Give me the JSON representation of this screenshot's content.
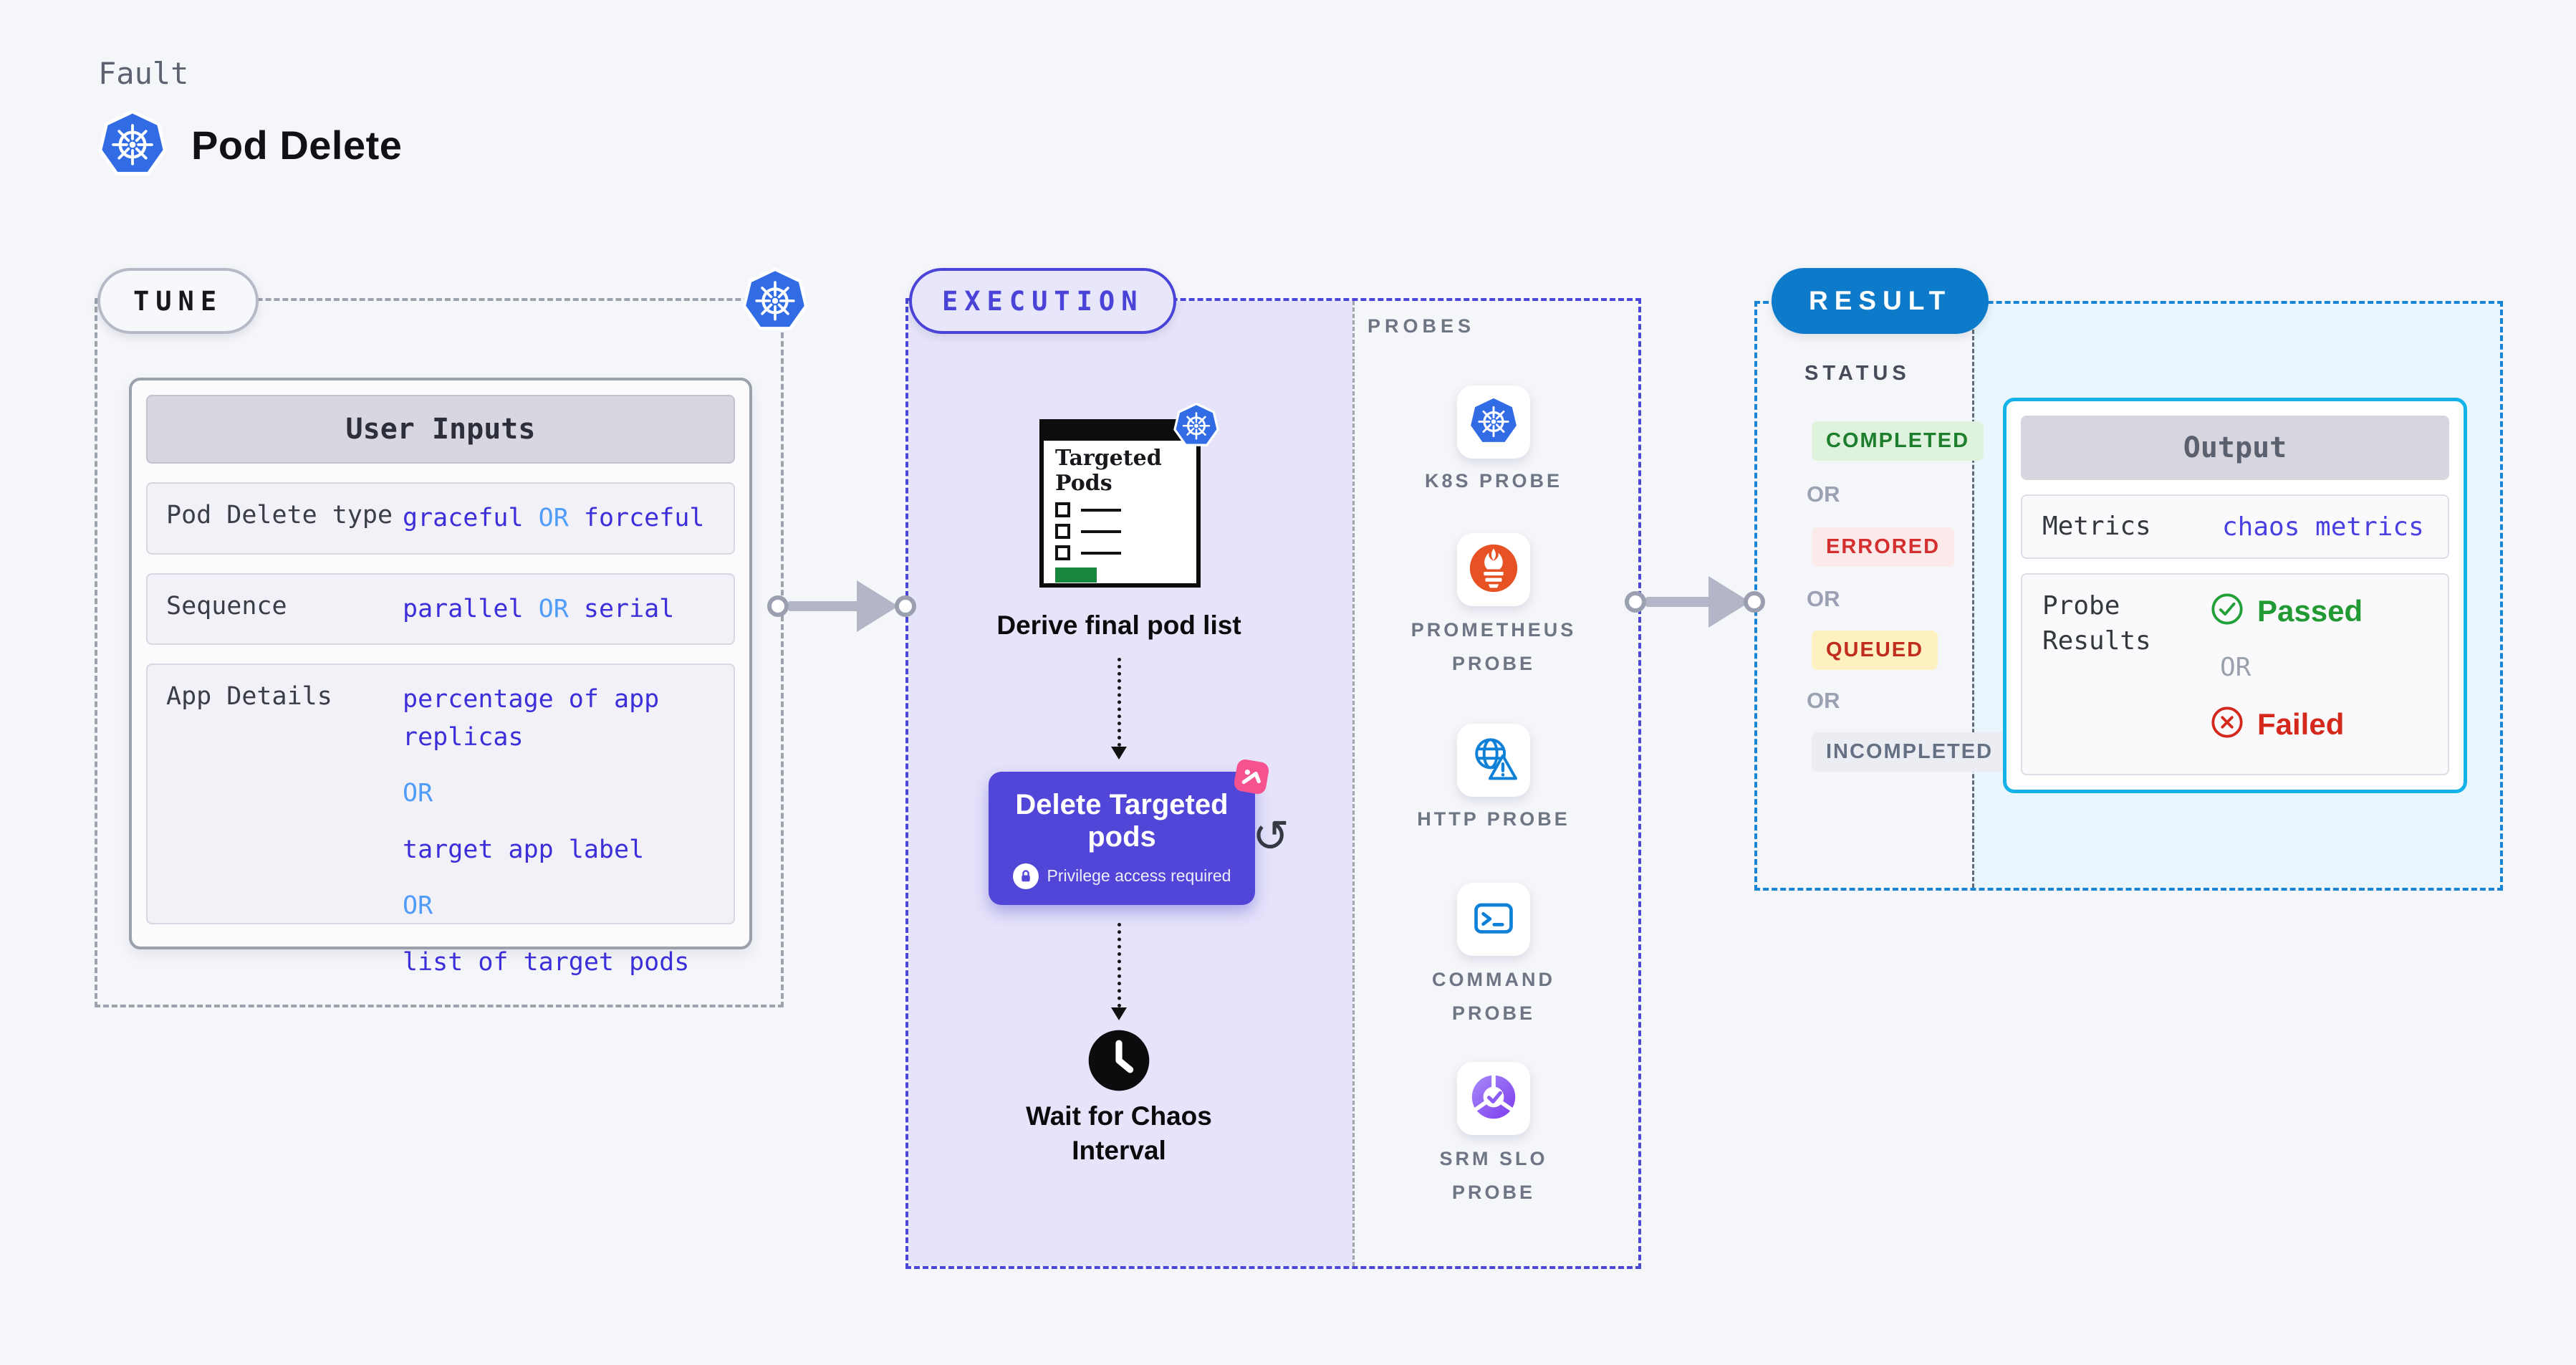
{
  "header": {
    "category": "Fault",
    "title": "Pod Delete",
    "icon": "kubernetes-icon"
  },
  "tune": {
    "label": "TUNE",
    "table": {
      "title": "User Inputs",
      "or": "OR",
      "rows": [
        {
          "label": "Pod Delete type",
          "opt1": "graceful",
          "opt2": "forceful"
        },
        {
          "label": "Sequence",
          "opt1": "parallel",
          "opt2": "serial"
        },
        {
          "label": "App Details",
          "opt1": "percentage of app replicas",
          "opt2": "target app label",
          "opt3": "list of target pods"
        }
      ]
    }
  },
  "execution": {
    "label": "EXECUTION",
    "targeted_pods_title": "Targeted Pods",
    "derive_step": "Derive final pod list",
    "delete_step": {
      "title": "Delete Targeted pods",
      "privilege": "Privilege access required",
      "icons": [
        "chaos-pink-icon",
        "lock-icon",
        "refresh-icon"
      ]
    },
    "wait_step": "Wait for Chaos Interval",
    "probes": {
      "title": "PROBES",
      "items": [
        {
          "label": "K8S PROBE",
          "icon": "k8s-probe-icon"
        },
        {
          "label": "PROMETHEUS PROBE",
          "icon": "prometheus-probe-icon"
        },
        {
          "label": "HTTP PROBE",
          "icon": "http-probe-icon"
        },
        {
          "label": "COMMAND PROBE",
          "icon": "command-probe-icon"
        },
        {
          "label": "SRM SLO PROBE",
          "icon": "srm-slo-probe-icon"
        }
      ]
    }
  },
  "result": {
    "label": "RESULT",
    "status": {
      "title": "STATUS",
      "or": "OR",
      "items": [
        {
          "label": "COMPLETED",
          "state": "completed"
        },
        {
          "label": "ERRORED",
          "state": "errored"
        },
        {
          "label": "QUEUED",
          "state": "queued"
        },
        {
          "label": "INCOMPLETED",
          "state": "incompleted"
        }
      ]
    },
    "output": {
      "title": "Output",
      "metrics_label": "Metrics",
      "metrics_value": "chaos metrics",
      "probe_results_label": "Probe Results",
      "passed": "Passed",
      "or": "OR",
      "failed": "Failed"
    }
  },
  "colors": {
    "page_bg": "#f5f6fa",
    "kubernetes_blue": "#326ce5",
    "indigo_border": "#4a43d8",
    "execution_bg": "#e6e4fa",
    "value_indigo": "#3c2fd9",
    "or_blue": "#4f9df8",
    "delete_button_purple": "#5246d9",
    "chaos_pink": "#f4538f",
    "result_blue": "#0d7bca",
    "result_dash_blue": "#1884d5",
    "output_border_cyan": "#14b2e9",
    "output_area_bg": "#e9f6fd",
    "completed_green": "#1d7e2d",
    "errored_red": "#d32f2f",
    "queued_red": "#c02c1d",
    "incompleted_gray": "#667084",
    "passed_green": "#219a33",
    "failed_red": "#d5281c",
    "prometheus_orange": "#e75225",
    "probe_blue": "#0f80d7",
    "green_bar": "#17873c"
  }
}
